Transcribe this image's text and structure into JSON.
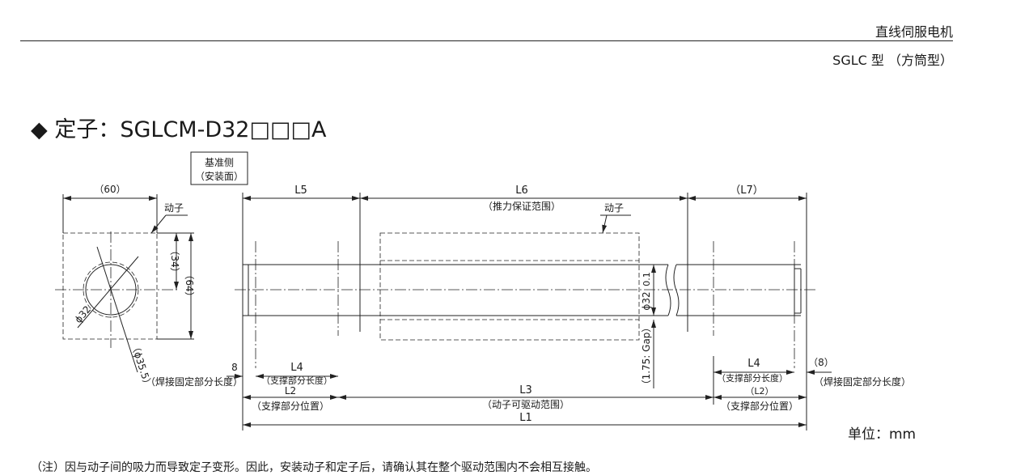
{
  "header": {
    "title": "直线伺服电机",
    "subtitle": "SGLC 型 （方筒型）"
  },
  "section": {
    "title": "◆ 定子：SGLCM-D32□□□A"
  },
  "drawing": {
    "reference_side": [
      "基准侧",
      "（安装面）"
    ],
    "side_view": {
      "width": "（60）",
      "moving_label": "动子",
      "dim_34": "（34）",
      "dim_64": "（64）",
      "dia_32": "ϕ32",
      "dia_355": "（ϕ35.5）"
    },
    "front_view": {
      "L5": "L5",
      "L6": "L6",
      "L6_note": "（推力保证范围）",
      "L7": "（L7）",
      "moving_label": "动子",
      "dia": "ϕ32",
      "tol": "0.1",
      "gap": "（1.75: Gap）",
      "weld_left": "8",
      "weld_note": "（焊接固定部分长度）",
      "L4": "L4",
      "L4_note": "（支撑部分长度）",
      "L2": "L2",
      "L2_note": "（支撑部分位置）",
      "L3": "L3",
      "L3_note": "（动子可驱动范围）",
      "L1": "L1",
      "weld_right": "（8）",
      "L2_right": "（L2）"
    }
  },
  "unit": "单位：mm",
  "note": "（注）因与动子间的吸力而导致定子变形。因此，安装动子和定子后，请确认其在整个驱动范围内不会相互接触。"
}
